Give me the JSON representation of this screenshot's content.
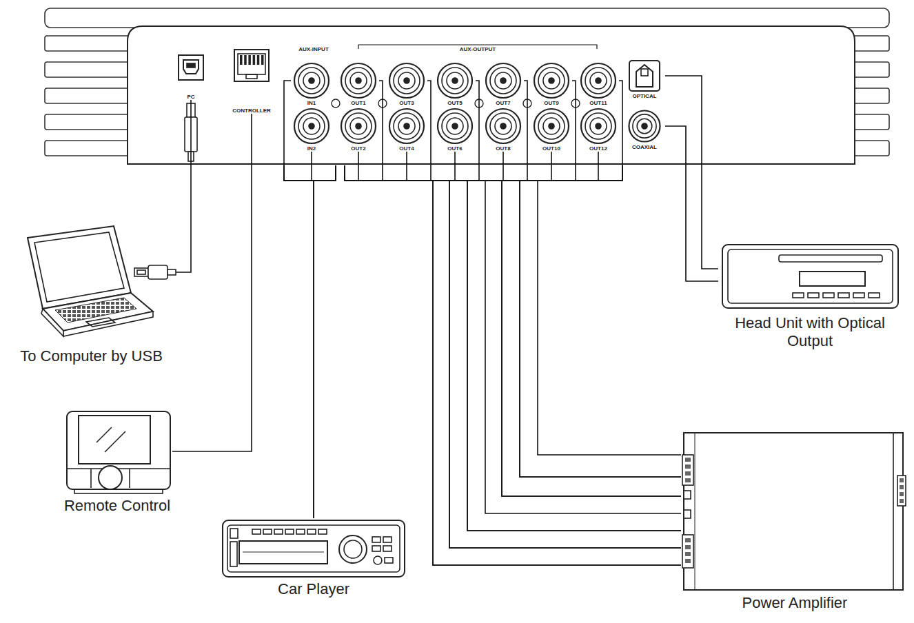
{
  "diagram": {
    "nodes": [
      {
        "text": [
          "PC"
        ]
      },
      {
        "text": [
          "CONTROLLER"
        ]
      },
      {
        "text": [
          "IN1"
        ]
      },
      {
        "text": [
          "IN2"
        ]
      },
      {
        "text": [
          "OUT1"
        ]
      },
      {
        "text": [
          "OUT2"
        ]
      },
      {
        "text": [
          "OUT3"
        ]
      },
      {
        "text": [
          "OUT4"
        ]
      },
      {
        "text": [
          "OUT5"
        ]
      },
      {
        "text": [
          "OUT6"
        ]
      },
      {
        "text": [
          "OUT7"
        ]
      },
      {
        "text": [
          "OUT8"
        ]
      },
      {
        "text": [
          "OUT9"
        ]
      },
      {
        "text": [
          "OUT10"
        ]
      },
      {
        "text": [
          "OUT11"
        ]
      },
      {
        "text": [
          "OUT12"
        ]
      },
      {
        "text": [
          "OPTICAL"
        ]
      },
      {
        "text": [
          "COAXIAL"
        ]
      },
      {
        "text": [
          "To Computer by USB"
        ]
      },
      {
        "text": [
          "Remote Control"
        ]
      },
      {
        "text": [
          "Car Player"
        ]
      },
      {
        "text": [
          "Power Amplifier"
        ]
      },
      {
        "text": [
          "Head Unit with Optical Output"
        ]
      }
    ],
    "edges": [
      {
        "from": 0,
        "to": 18,
        "arrow": "none"
      },
      {
        "from": 1,
        "to": 19,
        "arrow": "none"
      },
      {
        "from": 2,
        "to": 20,
        "arrow": "none"
      },
      {
        "from": 3,
        "to": 20,
        "arrow": "none"
      },
      {
        "from": 4,
        "to": 21,
        "arrow": "none"
      },
      {
        "from": 5,
        "to": 21,
        "arrow": "none"
      },
      {
        "from": 6,
        "to": 21,
        "arrow": "none"
      },
      {
        "from": 7,
        "to": 21,
        "arrow": "none"
      },
      {
        "from": 8,
        "to": 21,
        "arrow": "none"
      },
      {
        "from": 9,
        "to": 21,
        "arrow": "none"
      },
      {
        "from": 10,
        "to": 21,
        "arrow": "none"
      },
      {
        "from": 11,
        "to": 21,
        "arrow": "none"
      },
      {
        "from": 12,
        "to": 21,
        "arrow": "none"
      },
      {
        "from": 13,
        "to": 21,
        "arrow": "none"
      },
      {
        "from": 14,
        "to": 21,
        "arrow": "none"
      },
      {
        "from": 15,
        "to": 21,
        "arrow": "none"
      },
      {
        "from": 16,
        "to": 22,
        "arrow": "none"
      },
      {
        "from": 17,
        "to": 22,
        "arrow": "none"
      }
    ],
    "labels": [
      "AUX-INPUT",
      "AUX-OUTPUT"
    ]
  }
}
